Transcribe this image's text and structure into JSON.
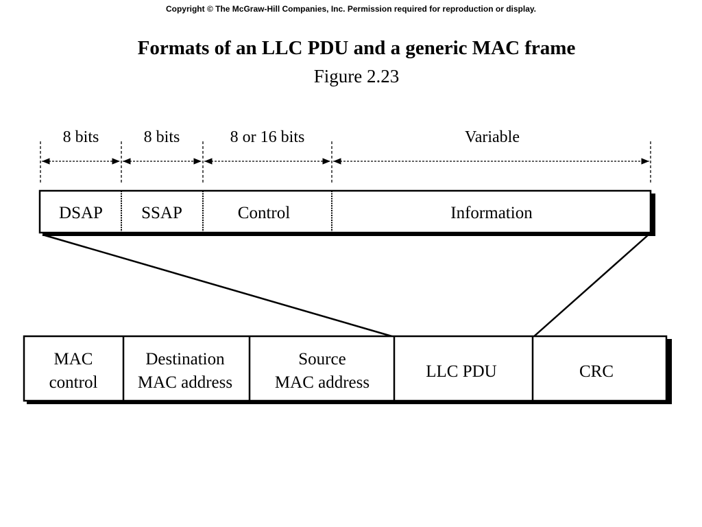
{
  "copyright": "Copyright © The McGraw-Hill Companies, Inc. Permission required for reproduction or display.",
  "title": "Formats of an LLC PDU and a generic MAC frame",
  "subtitle": "Figure 2.23",
  "llc_pdu": {
    "widths": [
      "8 bits",
      "8 bits",
      "8 or 16 bits",
      "Variable"
    ],
    "fields": [
      "DSAP",
      "SSAP",
      "Control",
      "Information"
    ]
  },
  "mac_frame": {
    "fields": [
      {
        "line1": "MAC",
        "line2": "control"
      },
      {
        "line1": "Destination",
        "line2": "MAC address"
      },
      {
        "line1": "Source",
        "line2": "MAC address"
      },
      {
        "line1": "LLC PDU",
        "line2": ""
      },
      {
        "line1": "CRC",
        "line2": ""
      }
    ]
  }
}
